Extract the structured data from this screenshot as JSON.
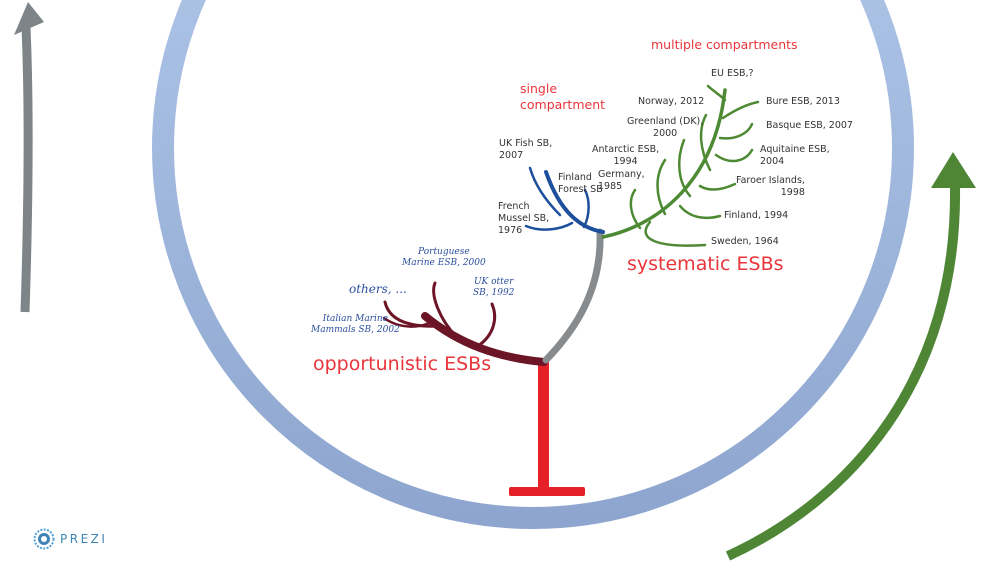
{
  "headings": {
    "multiple": "multiple compartments",
    "single": "single\ncompartment",
    "systematic": "systematic ESBs",
    "opportunistic": "opportunistic ESBs",
    "others": "others, ..."
  },
  "systematic_labels": {
    "eu": "EU ESB,?",
    "norway": "Norway, 2012",
    "bure": "Bure ESB, 2013",
    "greenland": "Greenland (DK),\n2000",
    "basque": "Basque ESB, 2007",
    "antarctic": "Antarctic ESB,\n1994",
    "aquitaine": "Aquitaine ESB,\n2004",
    "germany": "Germany,\n1985",
    "faroe": "Faroer Islands,\n1998",
    "finland": "Finland, 1994",
    "sweden": "Sweden, 1964"
  },
  "single_labels": {
    "ukfish": "UK Fish SB,\n2007",
    "finlandforest": "Finland\nForest SB",
    "french": "French\nMussel SB,\n1976"
  },
  "opportunistic_labels": {
    "portuguese": "Portuguese\nMarine ESB, 2000",
    "ukotter": "UK otter\nSB, 1992",
    "italian": "Italian Marine\nMammals SB, 2002"
  },
  "brand": {
    "name": "PREZI",
    "logo_icon": "prezi-logo-icon"
  },
  "colors": {
    "ring": "#a7bfe2",
    "trunk": "#e52026",
    "opportunistic_branch": "#6b1526",
    "middle_branch": "#878b8e",
    "single_branch": "#1d4f9c",
    "systematic_branch": "#4d8a33",
    "left_arrow": "#7e8588",
    "right_arrow": "#4e8636",
    "heading_red": "#e8353b"
  }
}
